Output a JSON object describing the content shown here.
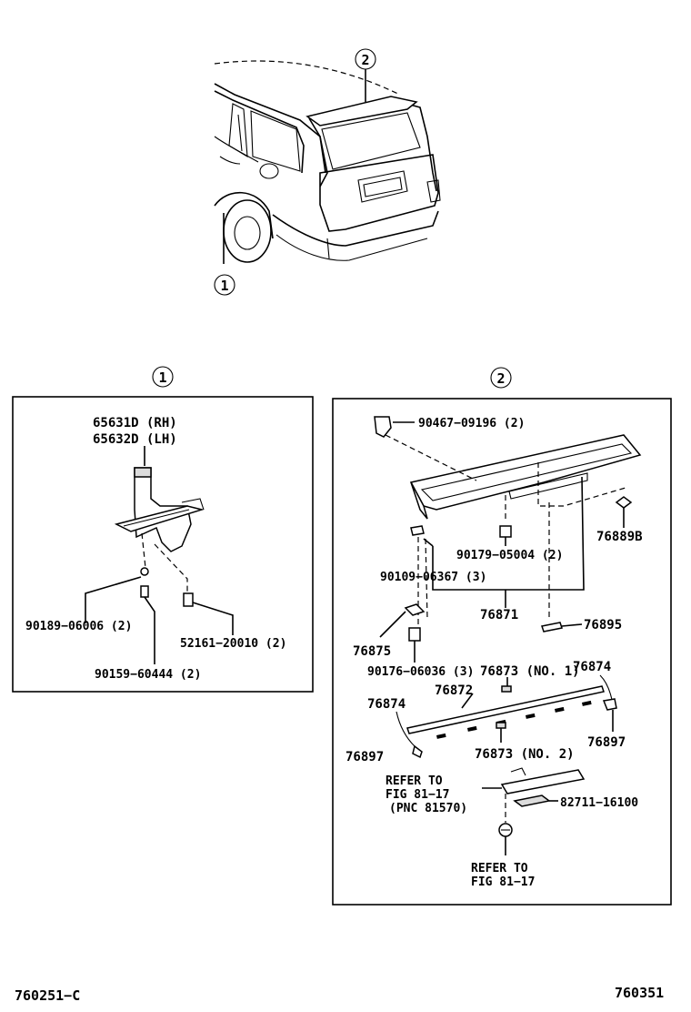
{
  "callouts": {
    "one": "①",
    "two": "②"
  },
  "box1": {
    "title": "①",
    "parts": {
      "p65631d": "65631D (RH)",
      "p65632d": "65632D (LH)",
      "p90189": "90189−06006 (2)",
      "p52161": "52161−20010 (2)",
      "p90159": "90159−60444 (2)"
    }
  },
  "box2": {
    "title": "②",
    "parts": {
      "p90467": "90467−09196 (2)",
      "p76889b": "76889B",
      "p90179": "90179−05004 (2)",
      "p90109": "90109−06367 (3)",
      "p76871": "76871",
      "p76895": "76895",
      "p76875": "76875",
      "p90176": "90176−06036 (3)",
      "p76873_no1": "76873 (NO. 1)",
      "p76874_right": "76874",
      "p76872": "76872",
      "p76874_left": "76874",
      "p76897_right": "76897",
      "p76897_left": "76897",
      "p76873_no2": "76873 (NO. 2)",
      "refer1_line1": "REFER TO",
      "refer1_line2": "FIG 81−17",
      "refer1_line3": "(PNC 81570)",
      "p82711": "82711−16100",
      "refer2_line1": "REFER TO",
      "refer2_line2": "FIG 81−17"
    }
  },
  "footer": {
    "left_code": "760251−C",
    "right_code": "760351"
  }
}
